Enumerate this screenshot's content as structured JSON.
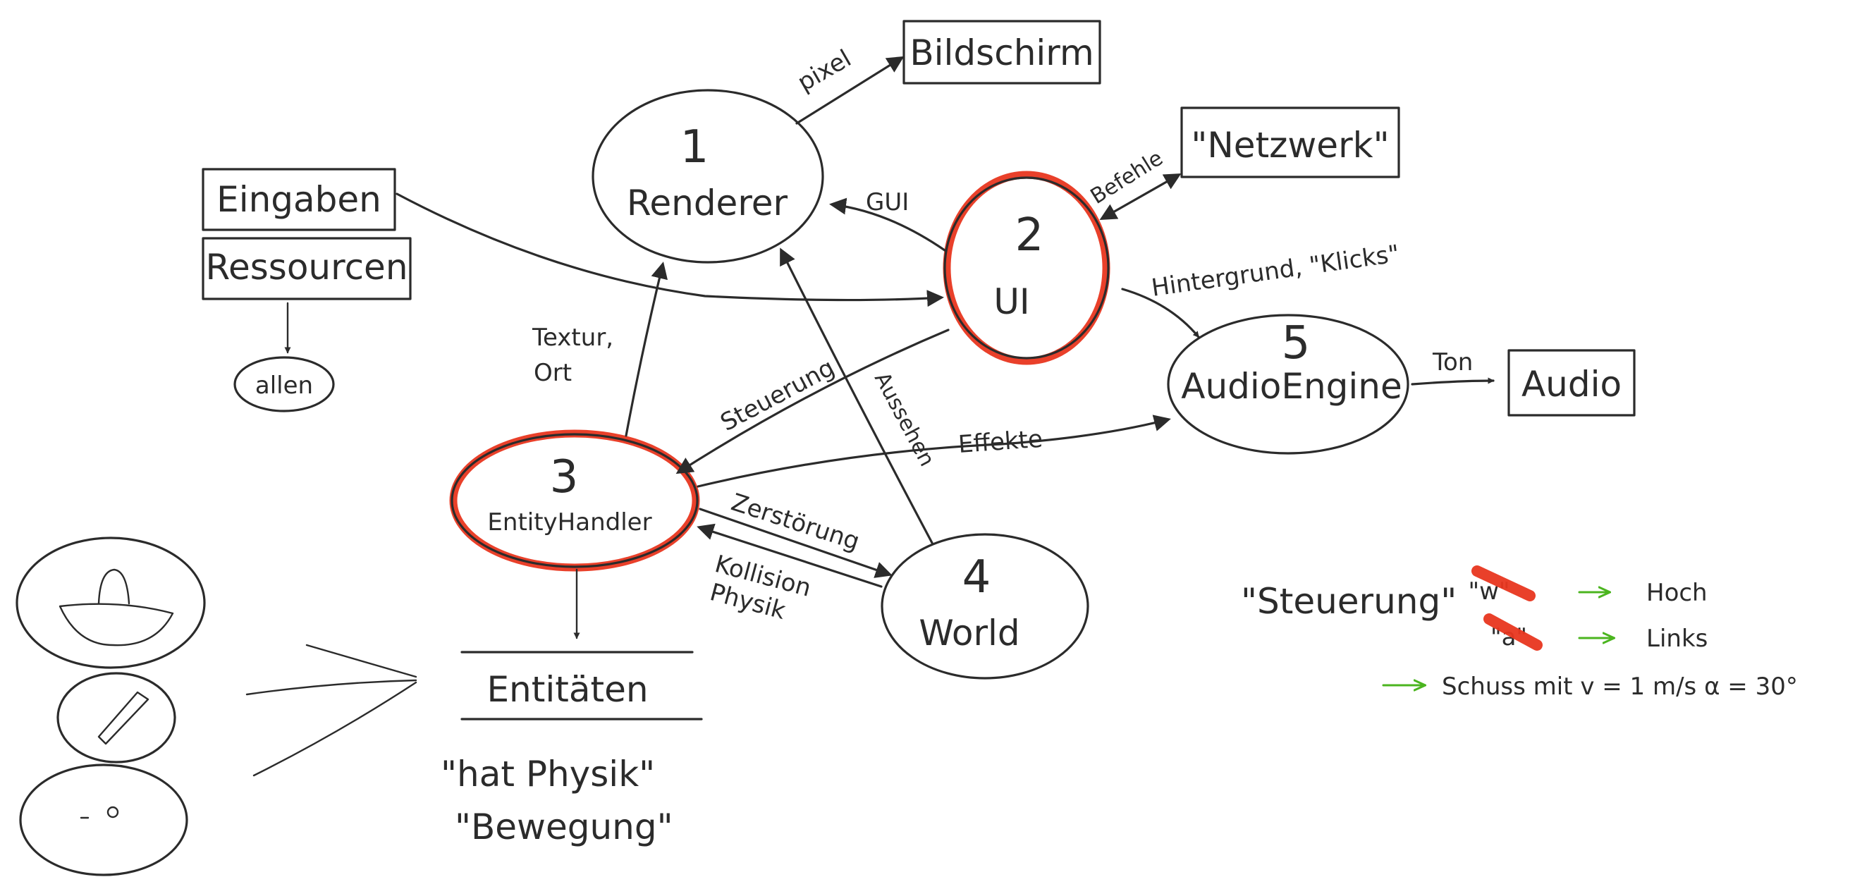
{
  "nodes": {
    "renderer": {
      "number": "1",
      "name": "Renderer"
    },
    "ui": {
      "number": "2",
      "name": "UI"
    },
    "entity_handler": {
      "number": "3",
      "name": "EntityHandler"
    },
    "world": {
      "number": "4",
      "name": "World"
    },
    "audio_engine": {
      "number": "5",
      "name": "AudioEngine"
    }
  },
  "boxes": {
    "bildschirm": "Bildschirm",
    "netzwerk": "\"Netzwerk\"",
    "eingaben": "Eingaben",
    "ressourcen": "Ressourcen",
    "audio": "Audio"
  },
  "allen": "allen",
  "edge_labels": {
    "pixel": "pixel",
    "gui": "GUI",
    "befehle": "Befehle",
    "hintergrund": "Hintergrund, \"Klicks\"",
    "textur": "Textur,",
    "ort": "Ort",
    "steuerung": "Steuerung",
    "aussehen": "Aussehen",
    "effekte": "Effekte",
    "zerstoerung": "Zerstörung",
    "kollision": "Kollision",
    "physik": "Physik",
    "ton": "Ton"
  },
  "entities": {
    "title": "Entitäten",
    "prop1": "\"hat Physik\"",
    "prop2": "\"Bewegung\""
  },
  "legend": {
    "title": "\"Steuerung\"",
    "key_w": "\"w\"",
    "key_a": "\"a\"",
    "action_up": "Hoch",
    "action_left": "Links",
    "shot": "Schuss mit v = 1 m/s   α = 30°"
  },
  "colors": {
    "ink": "#2b2b2b",
    "highlight": "#e8361f",
    "legend_arrow": "#4bb51f"
  }
}
